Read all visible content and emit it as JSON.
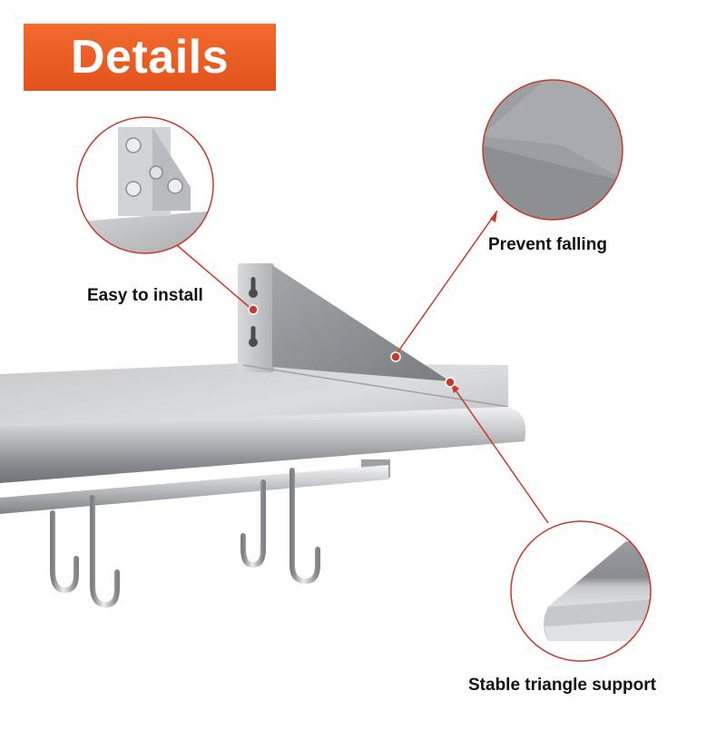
{
  "banner": {
    "title": "Details",
    "background": "#e8591f",
    "text_color": "#ffffff"
  },
  "callouts": {
    "install": {
      "label": "Easy to install"
    },
    "prevent": {
      "label": "Prevent falling"
    },
    "stable": {
      "label": "Stable triangle support"
    }
  },
  "colors": {
    "accent_line": "#c43a2c",
    "marker_dot": "#c43a2c",
    "circle_border": "#c43a2c",
    "steel_light": "#d9dadc",
    "steel_mid": "#a9abae",
    "steel_dark": "#7b7d80"
  },
  "product": "stainless steel wall shelf with hanging rail and hooks"
}
